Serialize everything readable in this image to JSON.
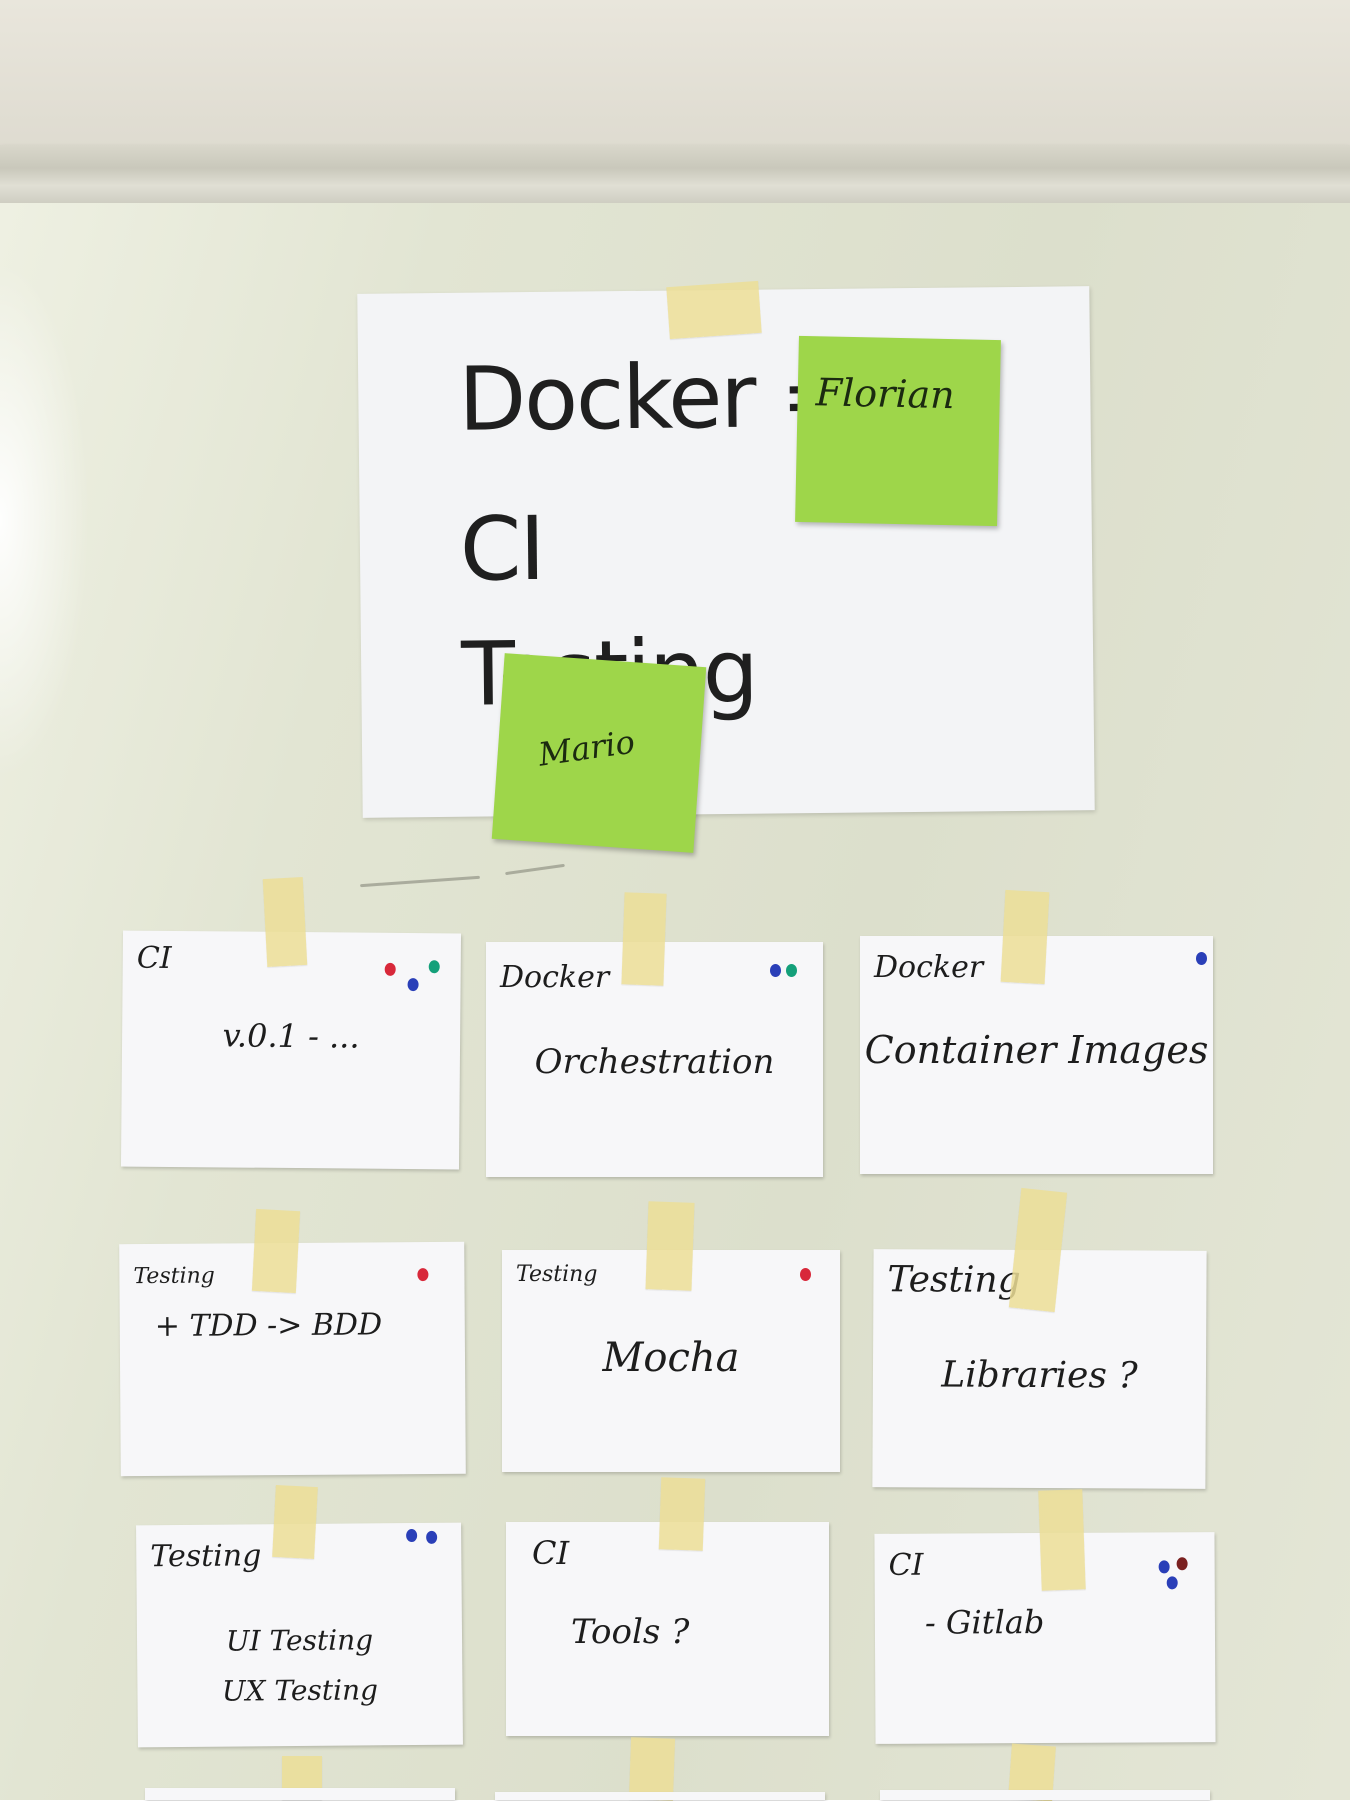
{
  "poster": {
    "lines": [
      "Docker =",
      "CI",
      "Testing"
    ]
  },
  "stickies": [
    {
      "name": "Florian"
    },
    {
      "name": "Mario"
    }
  ],
  "cards": [
    {
      "tag": "CI",
      "body": "v.0.1 - ...",
      "dots": [
        "#d8283a",
        "#2a3fb8",
        "#14a07a"
      ]
    },
    {
      "tag": "Docker",
      "body": "Orchestration",
      "dots": [
        "#2a3fb8",
        "#14a07a"
      ]
    },
    {
      "tag": "Docker",
      "body": "Container Images",
      "dots": [
        "#2a3fb8"
      ]
    },
    {
      "tag": "Testing",
      "body": "+ TDD -> BDD",
      "dots": [
        "#d8283a"
      ]
    },
    {
      "tag": "Testing",
      "body": "Mocha",
      "dots": [
        "#d8283a"
      ]
    },
    {
      "tag": "Testing",
      "body": "Libraries ?",
      "dots": []
    },
    {
      "tag": "Testing",
      "body_lines": [
        "UI Testing",
        "UX Testing"
      ],
      "dots": [
        "#2a3fb8",
        "#2a3fb8"
      ]
    },
    {
      "tag": "CI",
      "body": "Tools ?",
      "dots": []
    },
    {
      "tag": "CI",
      "body": "- Gitlab",
      "dots": [
        "#2a3fb8",
        "#7a2020",
        "#2a3fb8"
      ]
    }
  ]
}
